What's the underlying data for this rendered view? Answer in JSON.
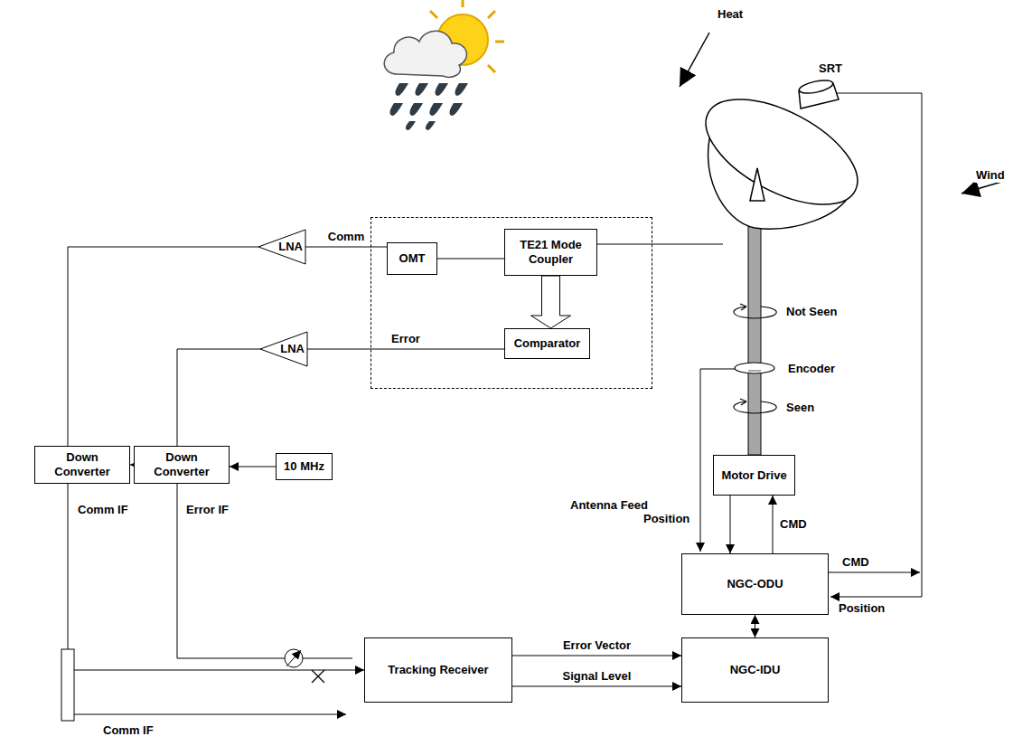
{
  "diagram": {
    "nodes": [
      {
        "text": [
          "LNA"
        ]
      },
      {
        "text": [
          "Antenna Feed"
        ]
      },
      {
        "text": [
          "OMT"
        ],
        "in": 1
      },
      {
        "text": [
          "TE21 Mode Coupler"
        ],
        "in": 1
      },
      {
        "text": [
          "Comparator"
        ],
        "in": 1
      },
      {
        "text": [
          "LNA"
        ]
      },
      {
        "text": [
          "Down Converter"
        ]
      },
      {
        "text": [
          "Down Converter"
        ]
      },
      {
        "text": [
          "10 MHz"
        ]
      },
      {
        "text": [
          "Motor Drive"
        ]
      },
      {
        "text": [
          "NGC-ODU"
        ]
      },
      {
        "text": [
          "Tracking Receiver"
        ]
      },
      {
        "text": [
          "NGC-IDU"
        ]
      }
    ],
    "edges": [
      {
        "from": 2,
        "to": 3,
        "arrow": "none"
      },
      {
        "from": 2,
        "to": 0,
        "label": "Comm",
        "arrow": "none"
      },
      {
        "from": 3,
        "to": 4,
        "arrow": "to"
      },
      {
        "from": 4,
        "to": 5,
        "label": "Error",
        "arrow": "none"
      },
      {
        "from": 0,
        "to": 6,
        "arrow": "none"
      },
      {
        "from": 5,
        "to": 7,
        "arrow": "none"
      },
      {
        "from": 8,
        "to": 7,
        "arrow": "to"
      },
      {
        "from": 7,
        "to": 6,
        "arrow": "to"
      },
      {
        "from": 6,
        "to": 11,
        "arrow": "to"
      },
      {
        "from": 11,
        "to": 12,
        "label": "Error Vector",
        "arrow": "to"
      },
      {
        "from": 11,
        "to": 12,
        "label": "Signal Level",
        "arrow": "to"
      },
      {
        "from": 12,
        "to": 10,
        "arrow": "both"
      },
      {
        "from": 9,
        "to": 10,
        "arrow": "to"
      },
      {
        "from": 10,
        "to": 9,
        "label": "CMD",
        "arrow": "to"
      }
    ],
    "labels": [
      "Heat",
      "Wind",
      "SRT",
      "Not Seen",
      "Encoder",
      "Seen",
      "Comm IF",
      "Error IF",
      "Comm IF",
      "Position",
      "Position",
      "CMD"
    ]
  }
}
